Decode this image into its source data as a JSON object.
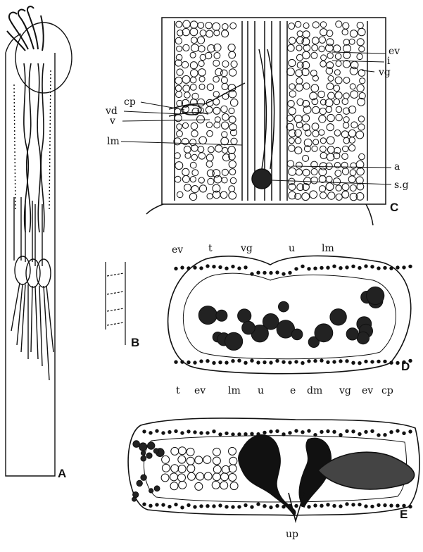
{
  "figure": {
    "panels": [
      "A",
      "B",
      "C",
      "D",
      "E"
    ]
  },
  "panel_c": {
    "labels": [
      "ev",
      "i",
      "vg",
      "cp",
      "vd",
      "v",
      "lm",
      "a",
      "s.g"
    ]
  },
  "panel_d": {
    "labels": [
      "ev",
      "t",
      "vg",
      "u",
      "lm"
    ]
  },
  "panel_e": {
    "labels": [
      "t",
      "ev",
      "lm",
      "u",
      "e",
      "dm",
      "vg",
      "ev",
      "cp",
      "up"
    ]
  }
}
